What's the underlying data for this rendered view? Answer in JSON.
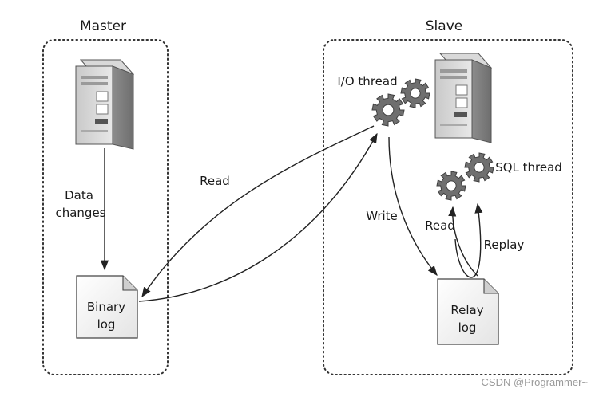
{
  "master": {
    "title": "Master",
    "data_changes_line1": "Data",
    "data_changes_line2": "changes",
    "binary_log_line1": "Binary",
    "binary_log_line2": "log"
  },
  "slave": {
    "title": "Slave",
    "io_thread": "I/O thread",
    "sql_thread": "SQL thread",
    "write": "Write",
    "read": "Read",
    "replay": "Replay",
    "relay_log_line1": "Relay",
    "relay_log_line2": "log"
  },
  "read_arrow_label": "Read",
  "watermark": "CSDN @Programmer~"
}
